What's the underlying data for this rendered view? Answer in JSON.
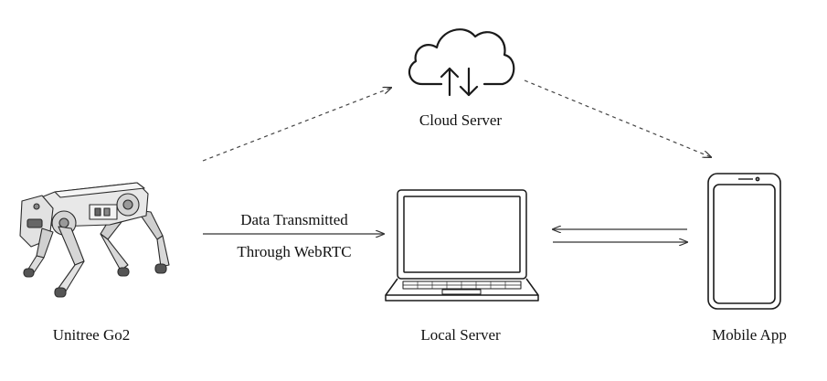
{
  "nodes": {
    "cloud": {
      "label": "Cloud Server",
      "icon": "cloud-upload-download-icon"
    },
    "robot": {
      "label": "Unitree Go2",
      "icon": "quadruped-robot-dog-image"
    },
    "local": {
      "label": "Local Server",
      "icon": "laptop-icon"
    },
    "mobile": {
      "label": "Mobile App",
      "icon": "smartphone-icon"
    }
  },
  "edges": {
    "robot_to_local": {
      "line1": "Data Transmitted",
      "line2": "Through WebRTC"
    }
  },
  "colors": {
    "stroke": "#1a1a1a",
    "dashed": "#444444",
    "robot_body": "#e8e8e8"
  }
}
